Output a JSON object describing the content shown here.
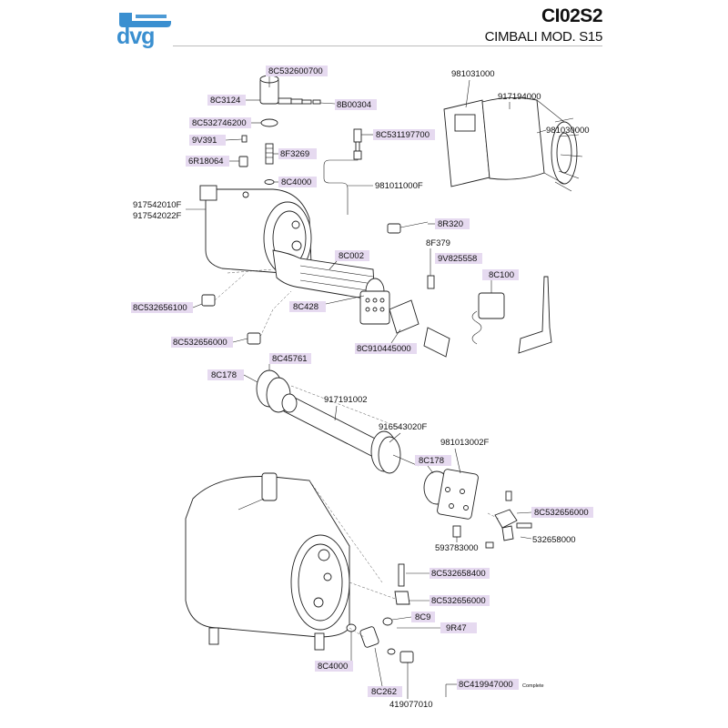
{
  "header": {
    "brand": "dvg",
    "code": "CI02S2",
    "model": "CIMBALI MOD. S15"
  },
  "labels": {
    "l1": "8C532600700",
    "l2": "8C3124",
    "l3": "8B00304",
    "l4": "8C532746200",
    "l5": "9V391",
    "l6": "8F3269",
    "l7": "6R18064",
    "l8": "8C531197700",
    "l9": "8C4000",
    "l10": "981011000F",
    "l11": "917542010F",
    "l12": "917542022F",
    "l13": "981031000",
    "l14": "917194000",
    "l15": "981030000",
    "l16": "8R320",
    "l17": "8F379",
    "l18": "9V825558",
    "l19": "8C002",
    "l20": "8C100",
    "l21": "8C532656100",
    "l22": "8C428",
    "l23": "8C532656000",
    "l24": "8C910445000",
    "l25": "8C45761",
    "l26": "8C178",
    "l27": "917191002",
    "l28": "916543020F",
    "l29": "981013002F",
    "l30": "8C178",
    "l31": "8C532656000",
    "l32": "532658000",
    "l33": "593783000",
    "l34": "8C532658400",
    "l35": "8C532656000",
    "l36": "8C9",
    "l37": "9R47",
    "l38": "8C4000",
    "l39": "8C262",
    "l40": "8C419947000",
    "l41": "419077010",
    "note": "Complete"
  }
}
